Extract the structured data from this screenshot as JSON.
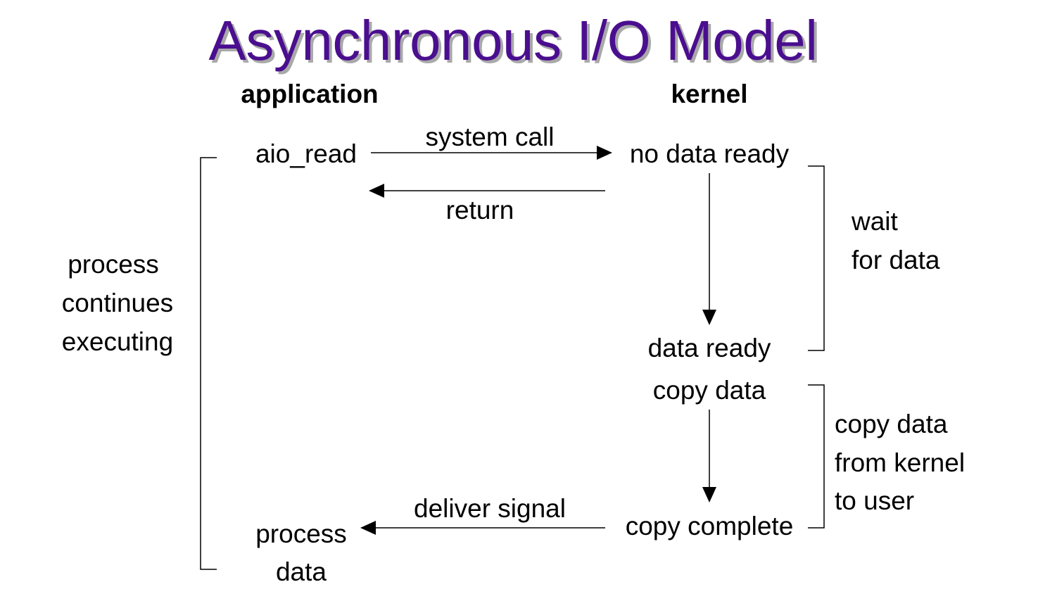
{
  "title": "Asynchronous I/O Model",
  "colors": {
    "title": "#4a0e8f",
    "title_shadow": "#a9a9a9",
    "text": "#000000",
    "lines": "#000000"
  },
  "columns": {
    "application": "application",
    "kernel": "kernel"
  },
  "application_steps": {
    "call": "aio_read",
    "process_line1": "process",
    "process_line2": "data"
  },
  "kernel_steps": {
    "no_data": "no data ready",
    "data_ready": "data ready",
    "copy_data": "copy data",
    "copy_complete": "copy complete"
  },
  "arrows": {
    "system_call": "system call",
    "return": "return",
    "deliver_signal": "deliver signal"
  },
  "brackets": {
    "process_continues": [
      "process",
      "continues",
      "executing"
    ],
    "wait": [
      "wait",
      "for data"
    ],
    "copy": [
      "copy data",
      "from kernel",
      "to user"
    ]
  }
}
